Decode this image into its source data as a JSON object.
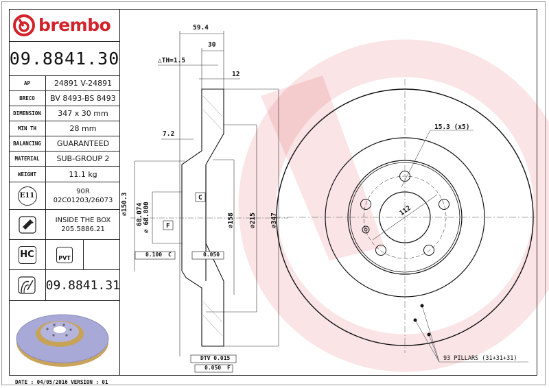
{
  "brand": {
    "name": "brembo",
    "color": "#d2232a"
  },
  "part_number": "09.8841.30",
  "specs": [
    {
      "key": "AP",
      "value": "24891 V-24891"
    },
    {
      "key": "BRECO",
      "value": "BV 8493-BS 8493"
    },
    {
      "key": "DIMENSION",
      "value": "347 x 30 mm"
    },
    {
      "key": "MIN TH",
      "value": "28 mm"
    },
    {
      "key": "BALANCING",
      "value": "GUARANTEED"
    },
    {
      "key": "MATERIAL",
      "value": "SUB-GROUP 2"
    },
    {
      "key": "WEIGHT",
      "value": "11.1 kg"
    }
  ],
  "approval": {
    "icon": "e11-mark-icon",
    "label": "E11",
    "line1": "90R",
    "line2": "02C01203/26073"
  },
  "hardware": {
    "icon": "screw-icon",
    "line1": "INSIDE THE BOX",
    "line2": "205.5886.21"
  },
  "badges": {
    "hc": "HC",
    "pvt": "PVT"
  },
  "related": {
    "icon": "disc-kit-icon",
    "part_number": "09.8841.31"
  },
  "footer": {
    "text": "DATE : 04/05/2016 VERSION : 01"
  },
  "dimensions": {
    "overall_width": "59.4",
    "thickness": "30",
    "delta_th": "△TH=1.5",
    "friction_ring": "12",
    "hat_offset": "7.2",
    "dia_150": "⌀150.3",
    "dia_bore_max": "68.074",
    "dia_bore_min": "⌀ 68.000",
    "dia_158": "⌀158",
    "dia_215": "⌀215",
    "dia_347": "⌀347",
    "datum_c": "C",
    "datum_f": "F",
    "parallel_tol": "0.100",
    "parallel_ref": "C",
    "flatness_tol": "0.050",
    "dtv": "DTV 0.015",
    "runout_tol": "0.050",
    "runout_ref": "F",
    "bolt_holes": "15.3 (x5)",
    "pcd": "112",
    "pillars": "93 PILLARS (31+31+31)"
  }
}
